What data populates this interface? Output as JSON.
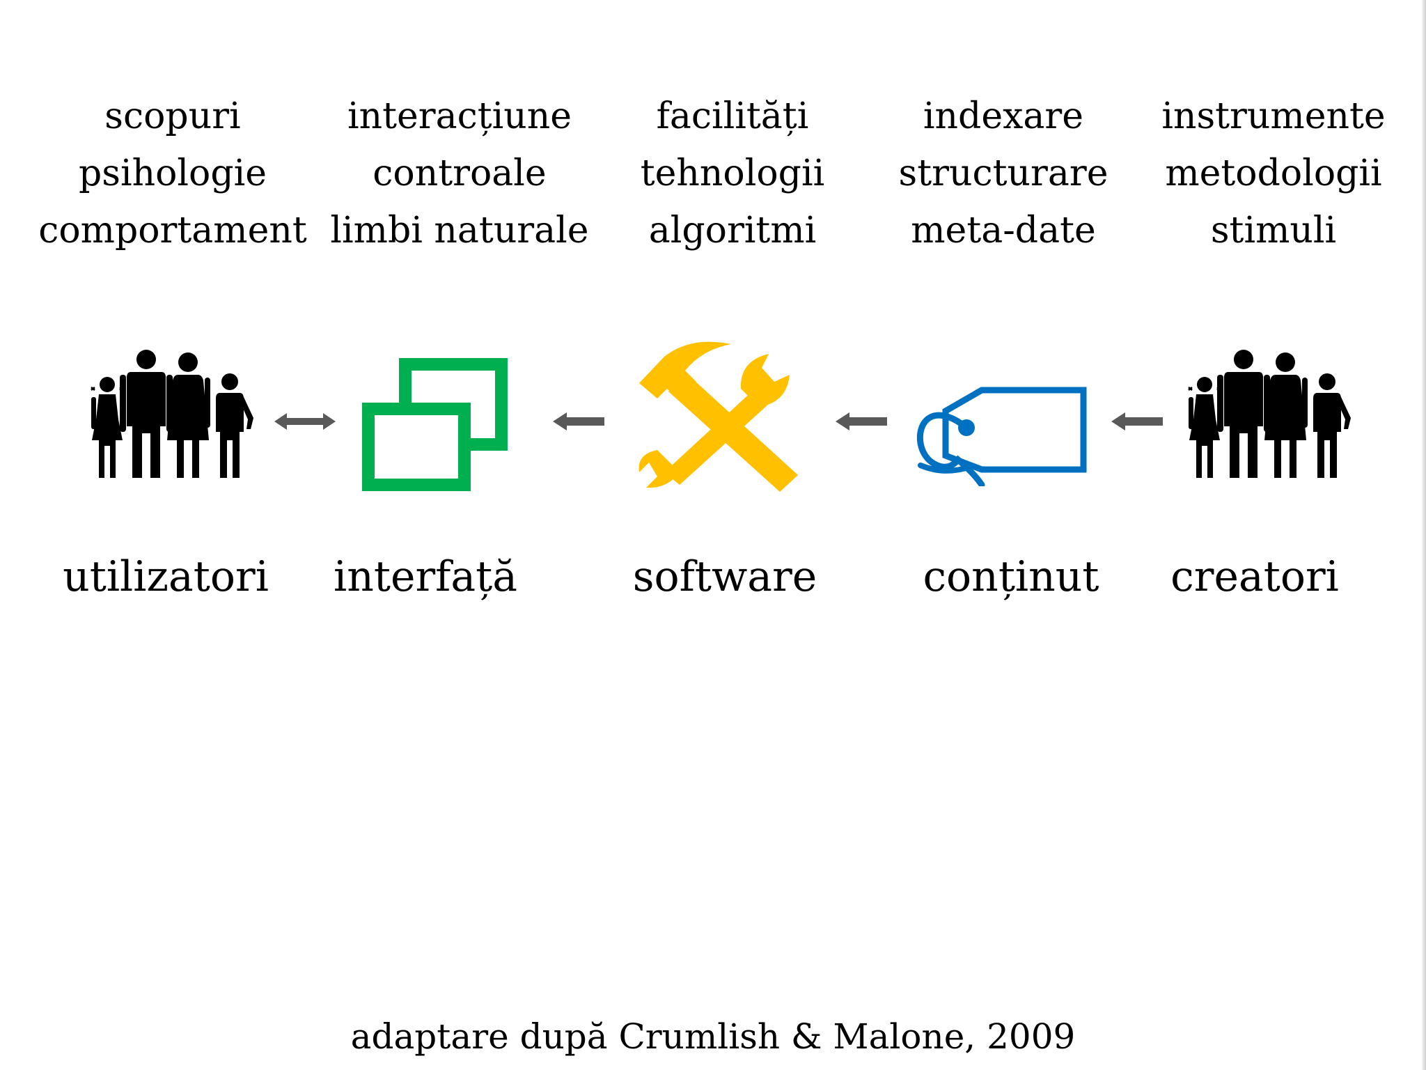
{
  "columns": [
    {
      "lines": [
        "scopuri",
        "psihologie",
        "comportament"
      ],
      "label": "utilizatori"
    },
    {
      "lines": [
        "interacțiune",
        "controale",
        "limbi naturale"
      ],
      "label": "interfață"
    },
    {
      "lines": [
        "facilități",
        "tehnologii",
        "algoritmi"
      ],
      "label": "software"
    },
    {
      "lines": [
        "indexare",
        "structurare",
        "meta-date"
      ],
      "label": "conținut"
    },
    {
      "lines": [
        "instrumente",
        "metodologii",
        "stimuli"
      ],
      "label": "creatori"
    }
  ],
  "icons": [
    "family-icon",
    "windows-icon",
    "tools-icon",
    "tag-icon",
    "family-icon"
  ],
  "colors": {
    "interface_green": "#00b050",
    "software_yellow": "#ffc000",
    "content_blue": "#0070c0",
    "arrow_gray": "#595959"
  },
  "citation": "adaptare după Crumlish & Malone, 2009"
}
